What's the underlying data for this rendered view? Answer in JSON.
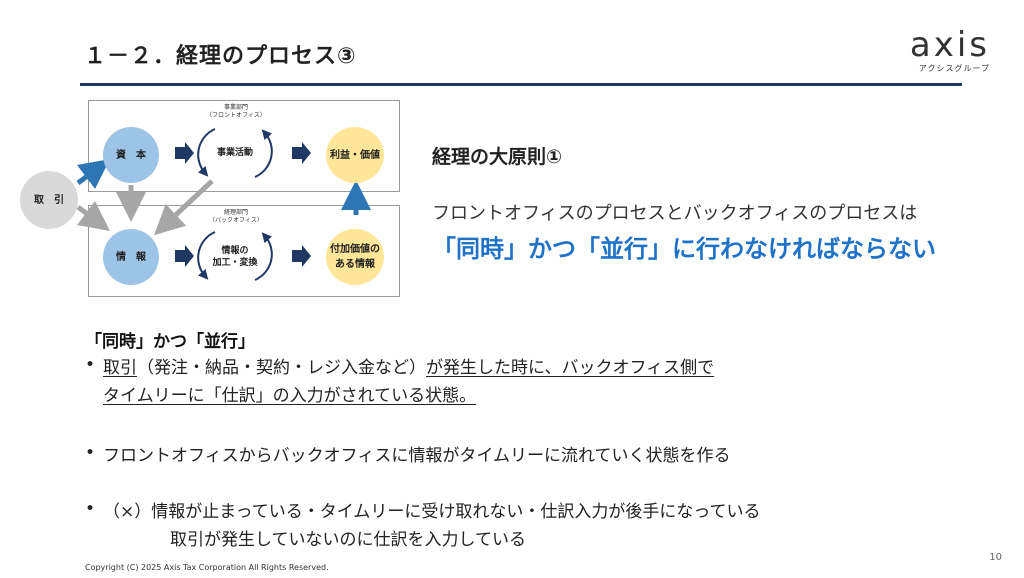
{
  "slide": {
    "title": "１－２．経理のプロセス③",
    "page_number": "10"
  },
  "logo": {
    "word": "axis",
    "sub": "アクシスグループ"
  },
  "diagram": {
    "torihiki": "取　引",
    "shihon": "資　本",
    "jigyo_katsudo": "事業活動",
    "rieki_kachi": "利益・価値",
    "joho": "情　報",
    "joho_kako_line1": "情報の",
    "joho_kako_line2": "加工・変換",
    "fuka_kachi_line1": "付加価値の",
    "fuka_kachi_line2": "ある情報",
    "front_label_line1": "事業部門",
    "front_label_line2": "（フロントオフィス）",
    "back_label_line1": "経理部門",
    "back_label_line2": "（バックオフィス）"
  },
  "right": {
    "subhead": "経理の大原則①",
    "lead": "フロントオフィスのプロセスとバックオフィスのプロセスは",
    "emphasis": "「同時」かつ「並行」に行わなければならない"
  },
  "section": {
    "heading": "「同時」かつ「並行」",
    "b1_part1": "取引",
    "b1_part2": "（発注・納品・契約・レジ入金など）",
    "b1_part3": "が発生した時に、バックオフィス側で",
    "b1_line2": "タイムリーに「仕訳」の入力がされている状態。",
    "b2": "フロントオフィスからバックオフィスに情報がタイムリーに流れていく状態を作る",
    "b3_line1": "（×）情報が止まっている・タイムリーに受け取れない・仕訳入力が後手になっている",
    "b3_line2": "取引が発生していないのに仕訳を入力している",
    "bullet_glyph": "•"
  },
  "footer": {
    "copyright": "Copyright (C) 2025 Axis Tax Corporation All Rights Reserved."
  },
  "colors": {
    "title_rule": "#1f3864",
    "emphasis": "#1e72c8",
    "blue_circle": "#9dc3e6",
    "yellow_circle": "#ffe699",
    "arrow_navy": "#1f3864",
    "arrow_blue": "#2e75b6"
  }
}
